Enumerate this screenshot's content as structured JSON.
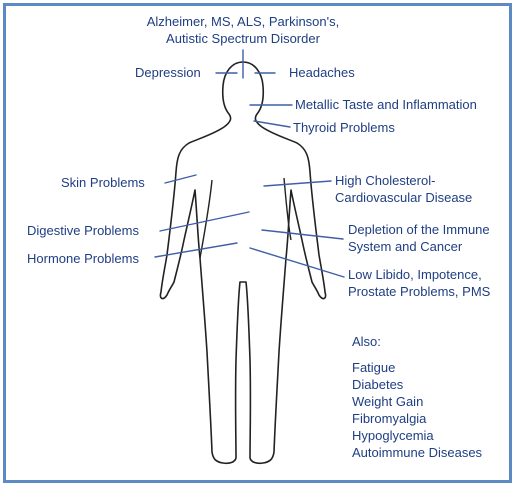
{
  "colors": {
    "frame": "#5b8ac4",
    "label_text": "#1f3e83",
    "leader_line": "#3f5fa8",
    "body_outline": "#222222"
  },
  "labels": {
    "neuro": [
      "Alzheimer, MS, ALS, Parkinson's,",
      "Autistic Spectrum Disorder"
    ],
    "depression": "Depression",
    "headaches": "Headaches",
    "metallic_taste": "Metallic Taste and Inflammation",
    "thyroid": "Thyroid Problems",
    "skin": "Skin Problems",
    "cholesterol": [
      "High Cholesterol-",
      "Cardiovascular Disease"
    ],
    "digestive": "Digestive Problems",
    "immune": [
      "Depletion of the Immune",
      "System and Cancer"
    ],
    "hormone": "Hormone Problems",
    "libido": [
      "Low Libido, Impotence,",
      "Prostate Problems, PMS"
    ]
  },
  "also": {
    "heading": "Also:",
    "items": [
      "Fatigue",
      "Diabetes",
      "Weight Gain",
      "Fibromyalgia",
      "Hypoglycemia",
      "Autoimmune Diseases"
    ]
  }
}
